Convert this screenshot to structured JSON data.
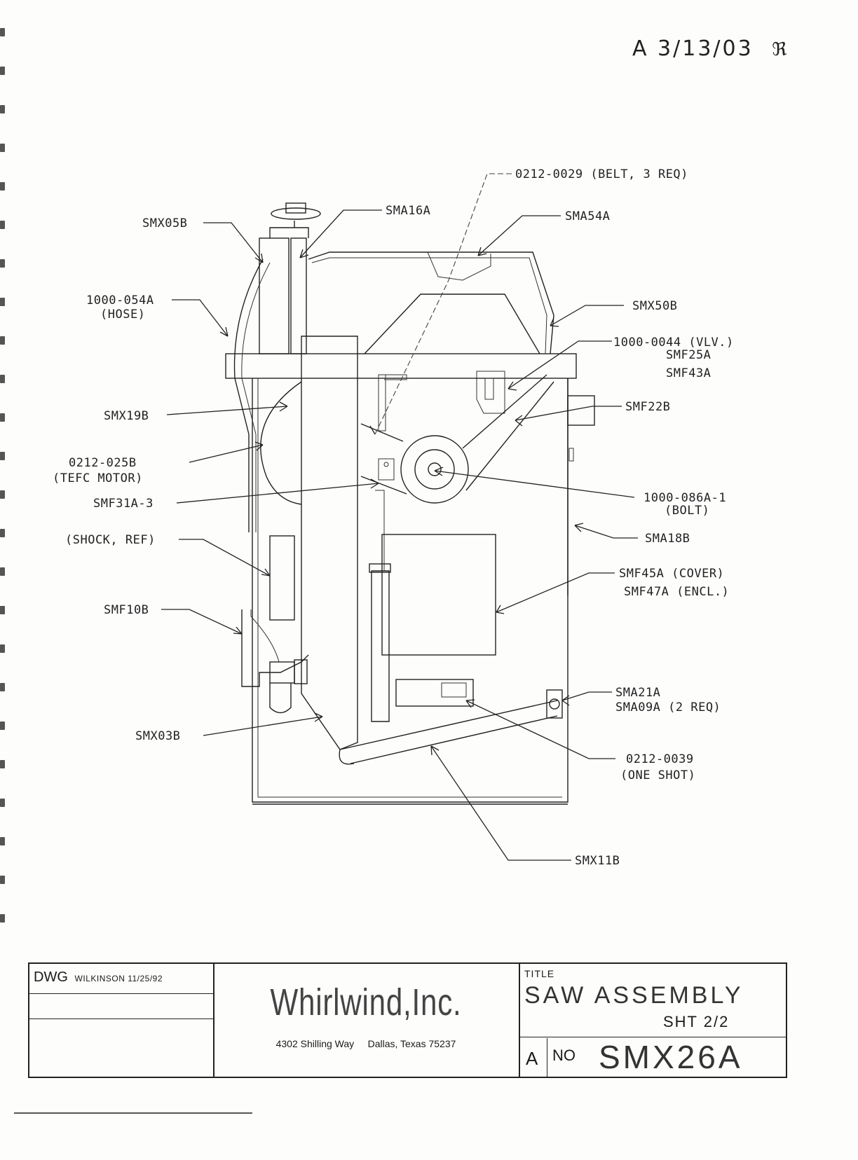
{
  "revision_note": "A 3/13/03",
  "labels": {
    "belt": "0212-0029 (BELT, 3 REQ)",
    "sma16a": "SMA16A",
    "sma54a": "SMA54A",
    "smx05b": "SMX05B",
    "hose_part": "1000-054A",
    "hose_desc": "(HOSE)",
    "smx50b": "SMX50B",
    "valve": "1000-0044 (VLV.)",
    "smf25a": "SMF25A",
    "smf43a": "SMF43A",
    "smx19b": "SMX19B",
    "smf22b": "SMF22B",
    "motor_part": "0212-025B",
    "motor_desc": "(TEFC MOTOR)",
    "smf31a3": "SMF31A-3",
    "bolt_part": "1000-086A-1",
    "bolt_desc": "(BOLT)",
    "sma18b": "SMA18B",
    "shock": "(SHOCK, REF)",
    "cover": "SMF45A (COVER)",
    "encl": "SMF47A (ENCL.)",
    "smf10b": "SMF10B",
    "sma21a": "SMA21A",
    "sma09a": "SMA09A (2 REQ)",
    "smx03b": "SMX03B",
    "oneshot_part": "0212-0039",
    "oneshot_desc": "(ONE SHOT)",
    "smx11b": "SMX11B"
  },
  "title_block": {
    "dwg_label": "DWG",
    "drawn_by": "WILKINSON 11/25/92",
    "company": "Whirlwind,Inc.",
    "address": "4302 Shilling Way     Dallas, Texas 75237",
    "title_label": "TITLE",
    "title": "SAW ASSEMBLY",
    "sheet": "SHT 2/2",
    "rev": "A",
    "no_label": "NO",
    "number": "SMX26A"
  }
}
